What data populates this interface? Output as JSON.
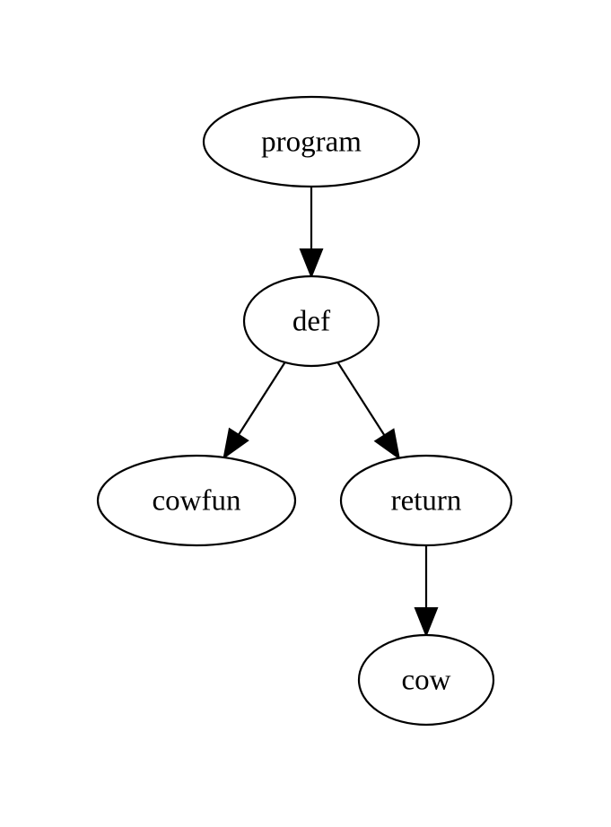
{
  "diagram": {
    "type": "tree",
    "nodes": [
      {
        "id": "program",
        "label": "program"
      },
      {
        "id": "def",
        "label": "def"
      },
      {
        "id": "cowfun",
        "label": "cowfun"
      },
      {
        "id": "return",
        "label": "return"
      },
      {
        "id": "cow",
        "label": "cow"
      }
    ],
    "edges": [
      {
        "from": "program",
        "to": "def"
      },
      {
        "from": "def",
        "to": "cowfun"
      },
      {
        "from": "def",
        "to": "return"
      },
      {
        "from": "return",
        "to": "cow"
      }
    ]
  },
  "colors": {
    "stroke": "#000000",
    "background": "#ffffff"
  }
}
